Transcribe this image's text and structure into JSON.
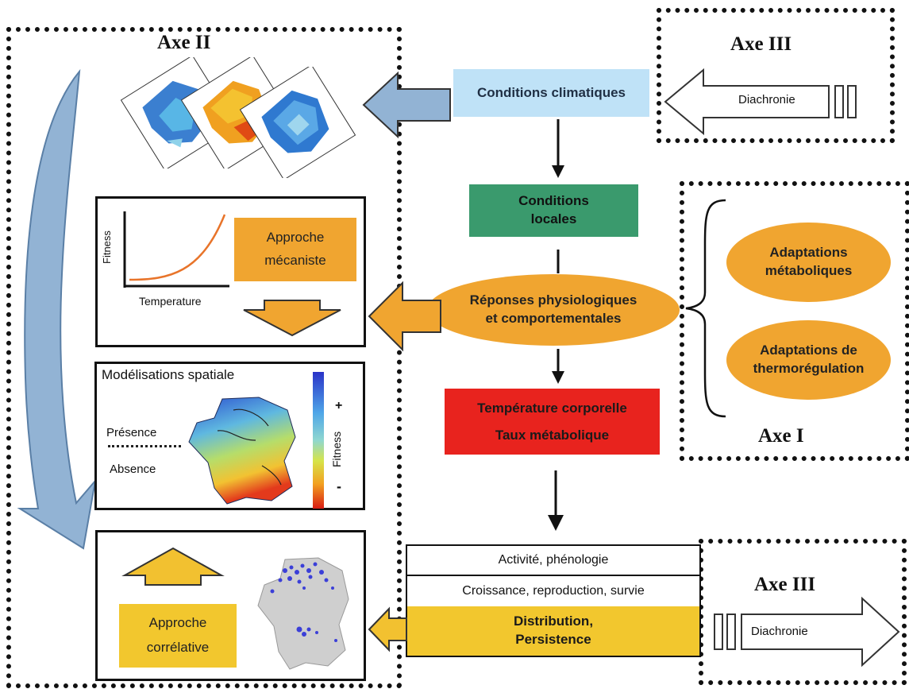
{
  "axes": {
    "axe2": "Axe II",
    "axe3_top": "Axe III",
    "axe1": "Axe I",
    "axe3_bottom": "Axe III"
  },
  "central": {
    "climatic": "Conditions climatiques",
    "local_line1": "Conditions",
    "local_line2": "locales",
    "responses_line1": "Réponses physiologiques",
    "responses_line2": "et comportementales",
    "temp_line1": "Température corporelle",
    "temp_line2": "Taux métabolique",
    "stack": {
      "row1": "Activité, phénologie",
      "row2": "Croissance, reproduction, survie",
      "row3_line1": "Distribution,",
      "row3_line2": "Persistence"
    }
  },
  "diachronie_top": "Diachronie",
  "diachronie_bottom": "Diachronie",
  "adaptations": {
    "metabolic_line1": "Adaptations",
    "metabolic_line2": "métaboliques",
    "thermo_line1": "Adaptations de",
    "thermo_line2": "thermorégulation"
  },
  "mechanistic": {
    "ylabel": "Fitness",
    "xlabel": "Temperature",
    "label_line1": "Approche",
    "label_line2": "mécaniste"
  },
  "spatial": {
    "title": "Modélisations spatiale",
    "presence": "Présence",
    "absence": "Absence",
    "fitness": "Fitness",
    "plus": "+",
    "minus": "-"
  },
  "correlative": {
    "label_line1": "Approche",
    "label_line2": "corrélative"
  },
  "colors": {
    "climatic_fill": "#bfe2f7",
    "local_fill": "#3a9a6d",
    "oval_fill": "#f0a530",
    "temp_fill": "#e8231e",
    "distribution_fill": "#f2c72e",
    "blue_arrow": "#92b3d4",
    "orange_arrow": "#f0a530",
    "yellow_arrow": "#f2c130"
  }
}
